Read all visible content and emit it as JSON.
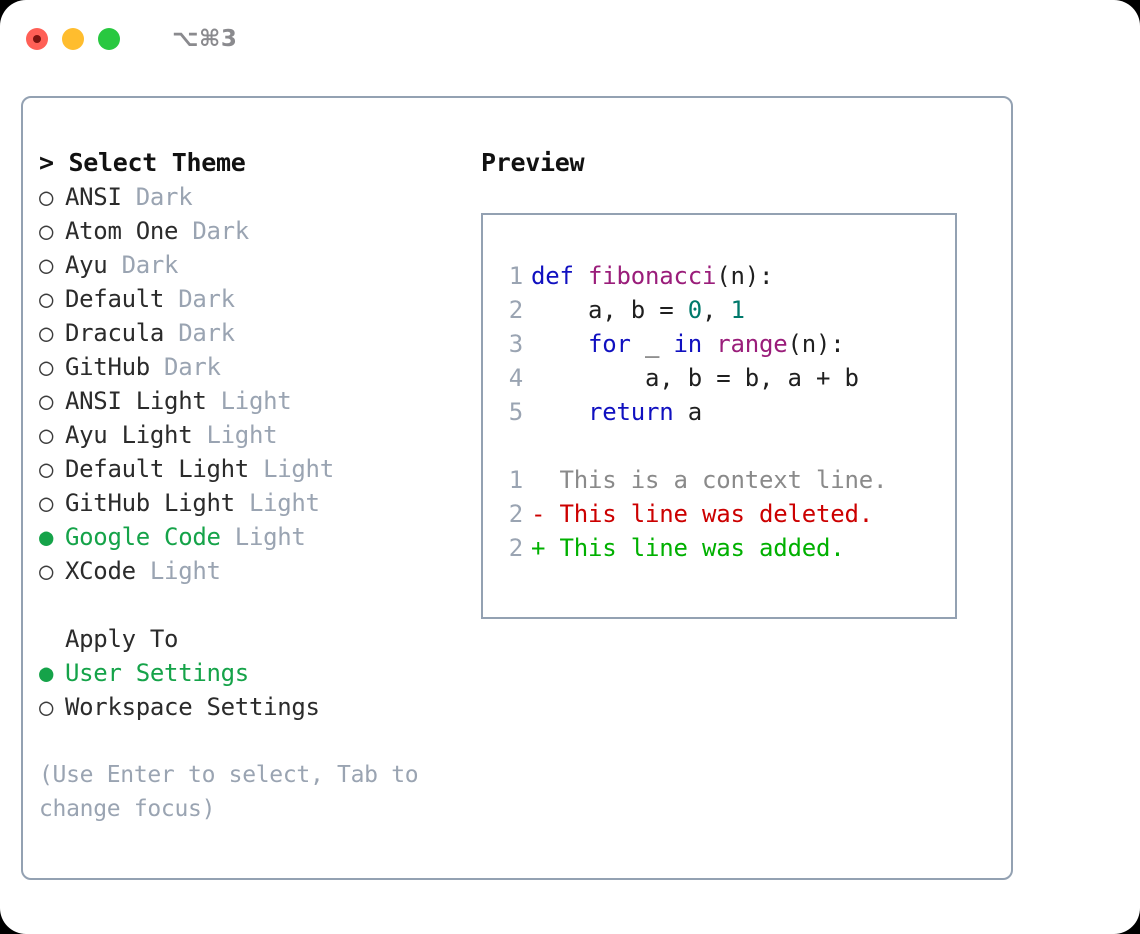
{
  "window": {
    "shortcut": "⌥⌘3",
    "traffic_lights": [
      {
        "name": "close",
        "color": "#ff5f56"
      },
      {
        "name": "minimize",
        "color": "#ffbd2e"
      },
      {
        "name": "maximize",
        "color": "#28c840"
      }
    ]
  },
  "theme_section": {
    "header": "> Select Theme",
    "items": [
      {
        "bullet": "○",
        "label": "ANSI",
        "category": "Dark",
        "selected": false
      },
      {
        "bullet": "○",
        "label": "Atom One",
        "category": "Dark",
        "selected": false
      },
      {
        "bullet": "○",
        "label": "Ayu",
        "category": "Dark",
        "selected": false
      },
      {
        "bullet": "○",
        "label": "Default",
        "category": "Dark",
        "selected": false
      },
      {
        "bullet": "○",
        "label": "Dracula",
        "category": "Dark",
        "selected": false
      },
      {
        "bullet": "○",
        "label": "GitHub",
        "category": "Dark",
        "selected": false
      },
      {
        "bullet": "○",
        "label": "ANSI Light",
        "category": "Light",
        "selected": false
      },
      {
        "bullet": "○",
        "label": "Ayu Light",
        "category": "Light",
        "selected": false
      },
      {
        "bullet": "○",
        "label": "Default Light",
        "category": "Light",
        "selected": false
      },
      {
        "bullet": "○",
        "label": "GitHub Light",
        "category": "Light",
        "selected": false
      },
      {
        "bullet": "●",
        "label": "Google Code",
        "category": "Light",
        "selected": true
      },
      {
        "bullet": "○",
        "label": "XCode",
        "category": "Light",
        "selected": false
      }
    ]
  },
  "apply_section": {
    "header": "Apply To",
    "items": [
      {
        "bullet": "●",
        "label": "User Settings",
        "selected": true
      },
      {
        "bullet": "○",
        "label": "Workspace Settings",
        "selected": false
      }
    ]
  },
  "hint": "(Use Enter to select, Tab to\nchange focus)",
  "preview": {
    "title": "Preview",
    "code_lines": [
      {
        "num": "1",
        "tokens": [
          {
            "t": "def",
            "c": "kw"
          },
          {
            "t": " ",
            "c": "txt"
          },
          {
            "t": "fibonacci",
            "c": "fn"
          },
          {
            "t": "(n):",
            "c": "punc"
          }
        ]
      },
      {
        "num": "2",
        "tokens": [
          {
            "t": "    a, b = ",
            "c": "txt"
          },
          {
            "t": "0",
            "c": "num"
          },
          {
            "t": ", ",
            "c": "txt"
          },
          {
            "t": "1",
            "c": "num"
          }
        ]
      },
      {
        "num": "3",
        "tokens": [
          {
            "t": "    ",
            "c": "txt"
          },
          {
            "t": "for",
            "c": "kw"
          },
          {
            "t": " _ ",
            "c": "txt"
          },
          {
            "t": "in",
            "c": "kw"
          },
          {
            "t": " ",
            "c": "txt"
          },
          {
            "t": "range",
            "c": "fn"
          },
          {
            "t": "(n):",
            "c": "punc"
          }
        ]
      },
      {
        "num": "4",
        "tokens": [
          {
            "t": "        a, b = b, a + b",
            "c": "txt"
          }
        ]
      },
      {
        "num": "5",
        "tokens": [
          {
            "t": "    ",
            "c": "txt"
          },
          {
            "t": "return",
            "c": "kw"
          },
          {
            "t": " a",
            "c": "txt"
          }
        ]
      }
    ],
    "diff_lines": [
      {
        "num": "1",
        "marker": "  ",
        "text": "This is a context line.",
        "kind": "ctx"
      },
      {
        "num": "2",
        "marker": "- ",
        "text": "This line was deleted.",
        "kind": "del"
      },
      {
        "num": "2",
        "marker": "+ ",
        "text": "This line was added.",
        "kind": "add"
      }
    ]
  },
  "colors": {
    "accent_green": "#15a349",
    "muted": "#9aa4b2",
    "border": "#93a1b2",
    "keyword": "#1010c0",
    "function": "#9a1d7a",
    "number": "#00796b",
    "diff_delete": "#cc0000",
    "diff_add": "#00b000"
  }
}
